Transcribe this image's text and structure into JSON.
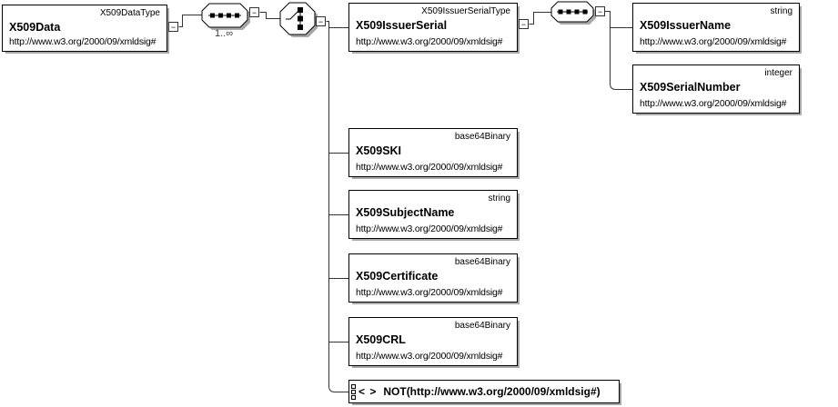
{
  "icons": {
    "collapse_glyph": "−",
    "any_brackets": "< >"
  },
  "sequence_group": {
    "cardinality": "1..∞"
  },
  "elements": {
    "x509data": {
      "name": "X509Data",
      "type": "X509DataType",
      "namespace": "http://www.w3.org/2000/09/xmldsig#"
    },
    "x509issuerserial": {
      "name": "X509IssuerSerial",
      "type": "X509IssuerSerialType",
      "namespace": "http://www.w3.org/2000/09/xmldsig#"
    },
    "x509issuername": {
      "name": "X509IssuerName",
      "type": "string",
      "namespace": "http://www.w3.org/2000/09/xmldsig#"
    },
    "x509serialnumber": {
      "name": "X509SerialNumber",
      "type": "integer",
      "namespace": "http://www.w3.org/2000/09/xmldsig#"
    },
    "x509ski": {
      "name": "X509SKI",
      "type": "base64Binary",
      "namespace": "http://www.w3.org/2000/09/xmldsig#"
    },
    "x509subjectname": {
      "name": "X509SubjectName",
      "type": "string",
      "namespace": "http://www.w3.org/2000/09/xmldsig#"
    },
    "x509certificate": {
      "name": "X509Certificate",
      "type": "base64Binary",
      "namespace": "http://www.w3.org/2000/09/xmldsig#"
    },
    "x509crl": {
      "name": "X509CRL",
      "type": "base64Binary",
      "namespace": "http://www.w3.org/2000/09/xmldsig#"
    }
  },
  "wildcard": {
    "label": "NOT(http://www.w3.org/2000/09/xmldsig#)"
  },
  "colors": {
    "line": "#333333",
    "shadow": "#a8a8a8",
    "box_border": "#000000"
  }
}
